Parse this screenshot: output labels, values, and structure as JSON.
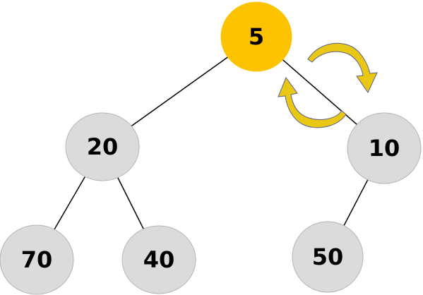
{
  "colors": {
    "highlight_fill": "#FDC301",
    "node_fill": "#DBDBDB",
    "node_stroke": "#B5B5B5",
    "edge": "#000000",
    "arrow_fill": "#E8C814",
    "arrow_stroke": "#5E5E8C"
  },
  "nodes": [
    {
      "id": "root",
      "label": "5",
      "highlighted": true
    },
    {
      "id": "left",
      "label": "20",
      "highlighted": false
    },
    {
      "id": "right",
      "label": "10",
      "highlighted": false
    },
    {
      "id": "left-left",
      "label": "70",
      "highlighted": false
    },
    {
      "id": "left-right",
      "label": "40",
      "highlighted": false
    },
    {
      "id": "right-left",
      "label": "50",
      "highlighted": false
    }
  ],
  "edges": [
    {
      "from": "root",
      "to": "left"
    },
    {
      "from": "root",
      "to": "right"
    },
    {
      "from": "left",
      "to": "left-left"
    },
    {
      "from": "left",
      "to": "left-right"
    },
    {
      "from": "right",
      "to": "right-left"
    }
  ],
  "swap": {
    "between": [
      "root",
      "right"
    ],
    "arrow_icons": [
      "curved-arrow-down-icon",
      "curved-arrow-up-icon"
    ]
  }
}
